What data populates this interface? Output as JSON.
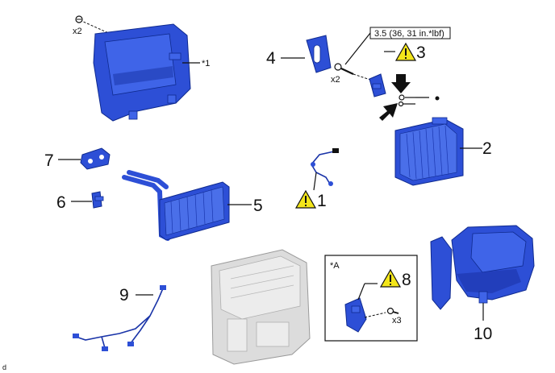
{
  "labels": {
    "n1": "1",
    "n2": "2",
    "n3": "3",
    "n4": "4",
    "n5": "5",
    "n6": "6",
    "n7": "7",
    "n8": "8",
    "n9": "9",
    "n10": "10",
    "ref1": "*1",
    "refA": "*A",
    "x2_top": "x2",
    "x2_bolt": "x2",
    "x3": "x3",
    "torque": "3.5 (36, 31 in.*lbf)",
    "corner": "d"
  },
  "icons": {
    "caution": "caution-triangle-icon",
    "arrow": "black-arrow-icon",
    "bolt": "bolt-icon"
  },
  "colors": {
    "part": "#2d4fd6",
    "part_dark": "#0f2a8f",
    "caution": "#f3e61a",
    "housing": "#dcdcdc"
  }
}
